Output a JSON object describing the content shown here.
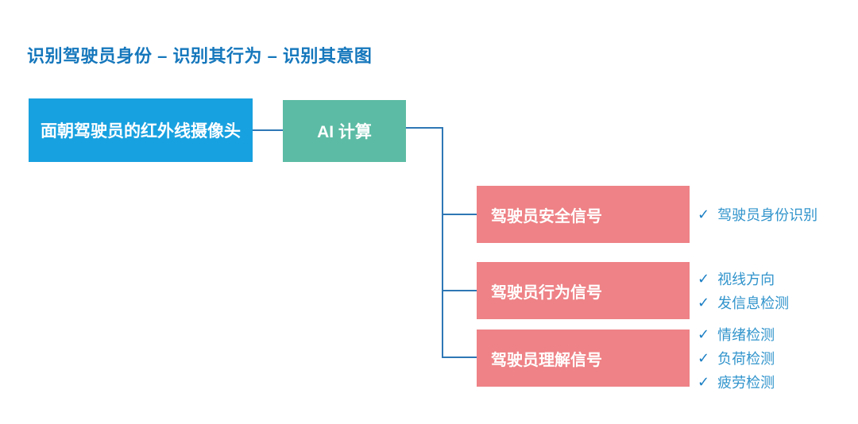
{
  "title": "识别驾驶员身份 – 识别其行为 – 识别其意图",
  "flow": {
    "input_box": {
      "label": "面朝驾驶员的红外线摄像头"
    },
    "process_box": {
      "label": "AI 计算"
    },
    "signal_boxes": [
      {
        "label": "驾驶员安全信号",
        "outputs": [
          "驾驶员身份识别"
        ]
      },
      {
        "label": "驾驶员行为信号",
        "outputs": [
          "视线方向",
          "发信息检测"
        ]
      },
      {
        "label": "驾驶员理解信号",
        "outputs": [
          "情绪检测",
          "负荷检测",
          "疲劳检测"
        ]
      }
    ]
  },
  "icons": {
    "check": "✓"
  },
  "palette": {
    "title_blue": "#1577BC",
    "camera_box_blue": "#18A1E0",
    "ai_box_teal": "#5CBBA4",
    "signal_box_pink": "#EE8286",
    "connector_blue": "#2E77B5",
    "check_mark_blue": "#1B7FC4",
    "output_text_blue": "#3194CC",
    "box_text_white": "#FFFFFF"
  }
}
